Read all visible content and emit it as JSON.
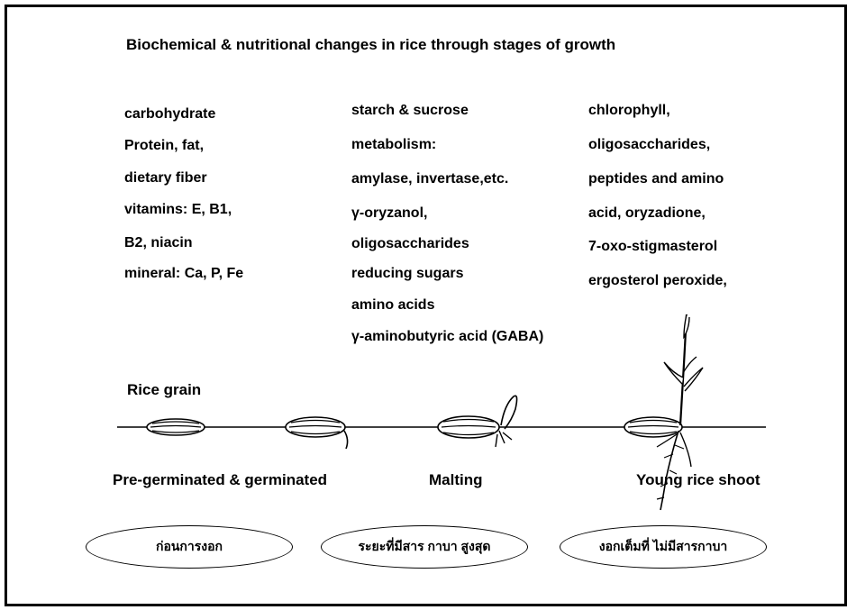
{
  "title": "Biochemical & nutritional changes in rice through stages of growth",
  "columns": {
    "left": [
      "carbohydrate",
      "Protein, fat,",
      "dietary fiber",
      "vitamins: E, B1,",
      "B2, niacin",
      "mineral: Ca, P, Fe"
    ],
    "middle": [
      "starch & sucrose",
      "metabolism:",
      "amylase, invertase,etc.",
      "γ-oryzanol,",
      "oligosaccharides",
      "reducing sugars",
      "amino acids",
      "γ-aminobutyric acid (GABA)"
    ],
    "right": [
      "chlorophyll,",
      "oligosaccharides,",
      "peptides and amino",
      "acid, oryzadione,",
      "7-oxo-stigmasterol",
      "ergosterol peroxide,"
    ]
  },
  "stage_labels": {
    "rice_grain": "Rice grain",
    "pre_germinated": "Pre-germinated & germinated",
    "malting": "Malting",
    "young_shoot": "Young rice shoot"
  },
  "ovals": [
    "ก่อนการงอก",
    "ระยะที่มีสาร กาบา สูงสุด",
    "งอกเต็มที่ ไม่มีสารกาบา"
  ]
}
